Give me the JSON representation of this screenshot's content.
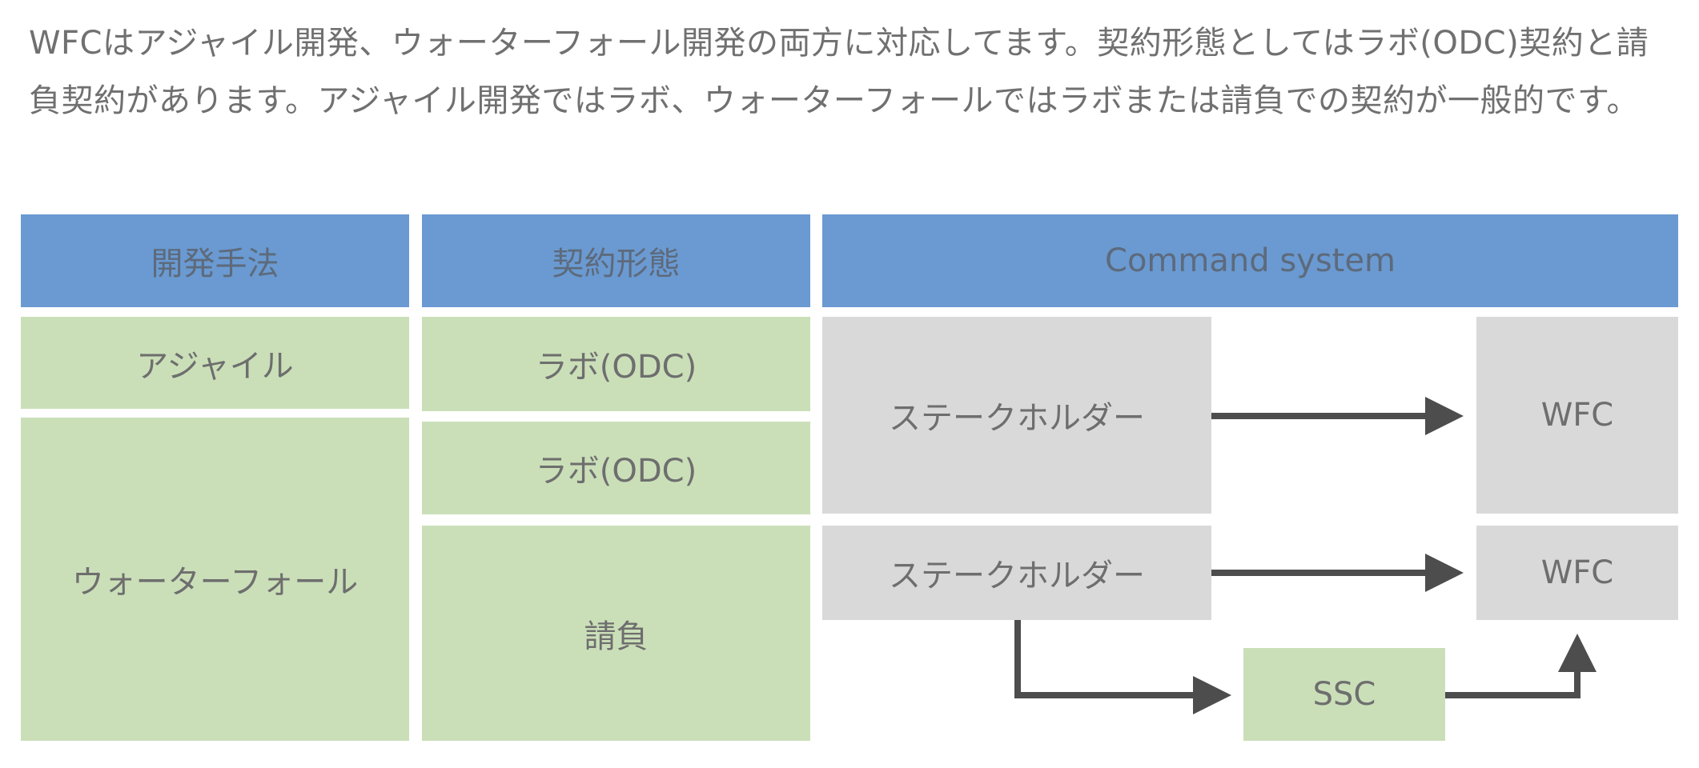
{
  "intro_text": "WFCはアジャイル開発、ウォーターフォール開発の両方に対応してます。契約形態としてはラボ(ODC)契約と請負契約があります。アジャイル開発ではラボ、ウォーターフォールではラボまたは請負での契約が一般的です。",
  "headers": {
    "method": "開発手法",
    "contract": "契約形態",
    "command": "Command system"
  },
  "methods": {
    "agile": "アジャイル",
    "waterfall": "ウォーターフォール"
  },
  "contracts": {
    "lab_1": "ラボ(ODC)",
    "lab_2": "ラボ(ODC)",
    "ukeoi": "請負"
  },
  "command": {
    "stakeholder_1": "ステークホルダー",
    "wfc_1": "WFC",
    "stakeholder_2": "ステークホルダー",
    "wfc_2": "WFC",
    "ssc": "SSC"
  },
  "colors": {
    "header": "#6a9ad1",
    "green": "#cadfb8",
    "gray": "#d9d9d9",
    "arrow": "#4d4d4d",
    "text": "#707070"
  }
}
